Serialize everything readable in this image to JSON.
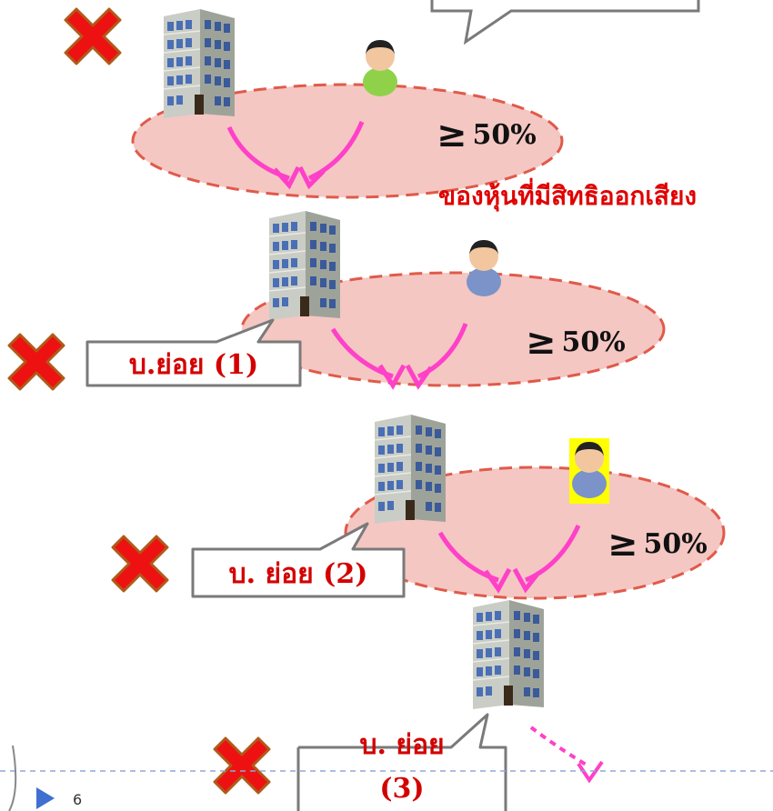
{
  "top_callout_text": "",
  "threshold_1": "50%",
  "threshold_2": "50%",
  "threshold_3": "50%",
  "ge_symbol": "≥",
  "voting_note": "ของหุ้นที่มีสิทธิออกเสียง",
  "subsidiary_1": "บ.ย่อย (1)",
  "subsidiary_2": "บ. ย่อย (2)",
  "subsidiary_3_line1": "บ. ย่อย",
  "subsidiary_3_line2": "(3)",
  "slide_number": "6",
  "colors": {
    "ellipse_fill": "#f4c7c3",
    "ellipse_stroke": "#e05a4a",
    "arrow": "#ff40c8",
    "cross": "#ee1111",
    "cross_outline": "#b05a1a",
    "accent_text": "#e00000"
  },
  "icons": [
    "building-icon",
    "person-icon",
    "cross-icon",
    "play-triangle-icon"
  ]
}
